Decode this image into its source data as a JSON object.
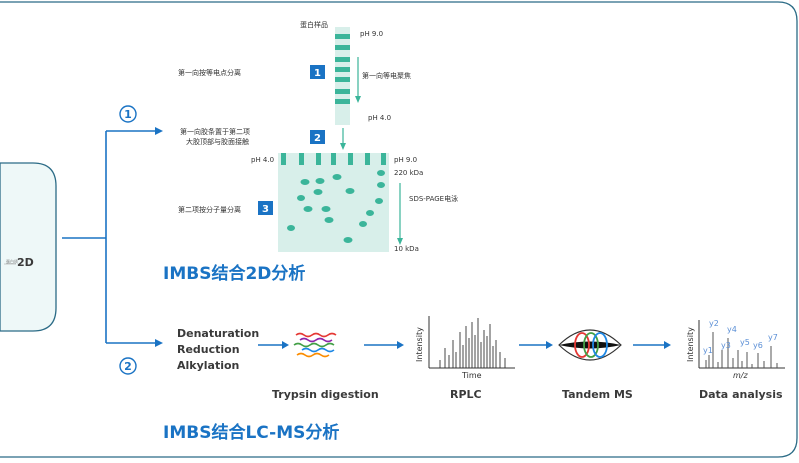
{
  "colors": {
    "teal": "#3bb59a",
    "blue": "#1a73c4",
    "lightTeal": "#d8efea",
    "frame": "#2b6b86",
    "panel": "#eef8f8"
  },
  "left_panel": {
    "label": "2D",
    "small_label": "蛋白质"
  },
  "branch1": {
    "number": "①",
    "title": "IMBS结合2D分析"
  },
  "branch2": {
    "number": "②",
    "title": "IMBS结合LC-MS分析"
  },
  "twoD": {
    "sample": "蛋白样品",
    "ph_top": "pH 9.0",
    "ph_bottom": "pH 4.0",
    "step1_label": "第一向按等电点分离",
    "step1_num": "1",
    "ief": "第一向等电聚焦",
    "step2_label_line1": "第一向胶条置于第二项",
    "step2_label_line2": "大胶顶部与胶面接触",
    "step2_num": "2",
    "gel_ph_left": "pH 4.0",
    "gel_ph_right": "pH 9.0",
    "kda_high": "220 kDa",
    "kda_low": "10 kDa",
    "step3_label": "第二项按分子量分离",
    "step3_num": "3",
    "sds": "SDS-PAGE电泳"
  },
  "lcms": {
    "prep": [
      "Denaturation",
      "Reduction",
      "Alkylation"
    ],
    "trypsin": "Trypsin digestion",
    "rplc": "RPLC",
    "rplc_y": "Intensity",
    "rplc_x": "Time",
    "tandem": "Tandem MS",
    "data": "Data analysis",
    "ms_y": "Intensity",
    "ms_x": "m/z",
    "ions": [
      "y2",
      "y4",
      "y1",
      "y3",
      "y5",
      "y6",
      "y7"
    ]
  }
}
